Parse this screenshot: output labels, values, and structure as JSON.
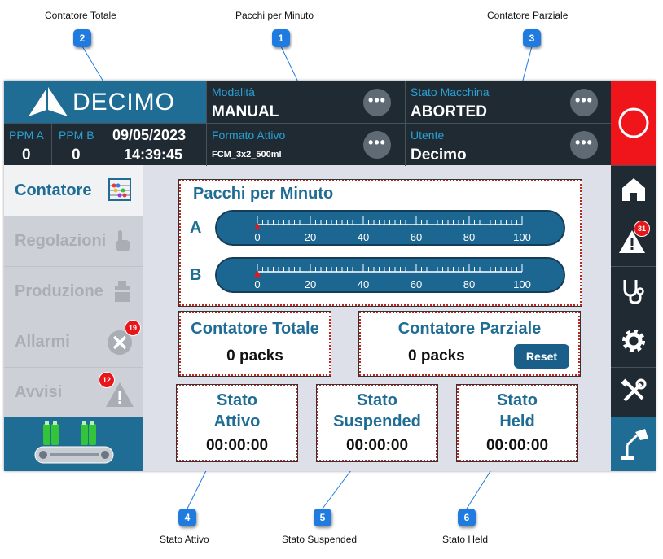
{
  "callouts": {
    "c1": {
      "num": "1",
      "label": "Pacchi per Minuto"
    },
    "c2": {
      "num": "2",
      "label": "Contatore Totale"
    },
    "c3": {
      "num": "3",
      "label": "Contatore Parziale"
    },
    "c4": {
      "num": "4",
      "label": "Stato Attivo"
    },
    "c5": {
      "num": "5",
      "label": "Stato Suspended"
    },
    "c6": {
      "num": "6",
      "label": "Stato Held"
    }
  },
  "header": {
    "logo": "DECIMO",
    "ppm_a_label": "PPM A",
    "ppm_a_value": "0",
    "ppm_b_label": "PPM B",
    "ppm_b_value": "0",
    "date": "09/05/2023",
    "time": "14:39:45",
    "mode_label": "Modalità",
    "mode_value": "MANUAL",
    "machine_state_label": "Stato Macchina",
    "machine_state_value": "ABORTED",
    "format_label": "Formato Attivo",
    "format_value": "FCM_3x2_500ml",
    "user_label": "Utente",
    "user_value": "Decimo",
    "more": "•••"
  },
  "sidebar": {
    "items": [
      {
        "label": "Contatore",
        "icon": "abacus-icon"
      },
      {
        "label": "Regolazioni",
        "icon": "hand-pointer-icon"
      },
      {
        "label": "Produzione",
        "icon": "machine-icon"
      },
      {
        "label": "Allarmi",
        "icon": "x-circle-icon",
        "count": "19"
      },
      {
        "label": "Avvisi",
        "icon": "warning-icon",
        "count": "12"
      }
    ]
  },
  "rail": {
    "warning_count": "31"
  },
  "ppm_panel": {
    "title": "Pacchi per Minuto",
    "row_a": "A",
    "row_b": "B",
    "ticks": [
      "0",
      "20",
      "40",
      "60",
      "80",
      "100"
    ],
    "value_a": 0,
    "value_b": 0,
    "max": 100
  },
  "total": {
    "title": "Contatore Totale",
    "value": "0 packs"
  },
  "partial": {
    "title": "Contatore Parziale",
    "value": "0 packs",
    "reset": "Reset"
  },
  "states": [
    {
      "line1": "Stato",
      "line2": "Attivo",
      "time": "00:00:00"
    },
    {
      "line1": "Stato",
      "line2": "Suspended",
      "time": "00:00:00"
    },
    {
      "line1": "Stato",
      "line2": "Held",
      "time": "00:00:00"
    }
  ],
  "colors": {
    "accent": "#1f6c95",
    "header": "#202a33",
    "label_blue": "#2aa1d3",
    "stop_red": "#e8151b",
    "callout": "#1f7be0"
  }
}
